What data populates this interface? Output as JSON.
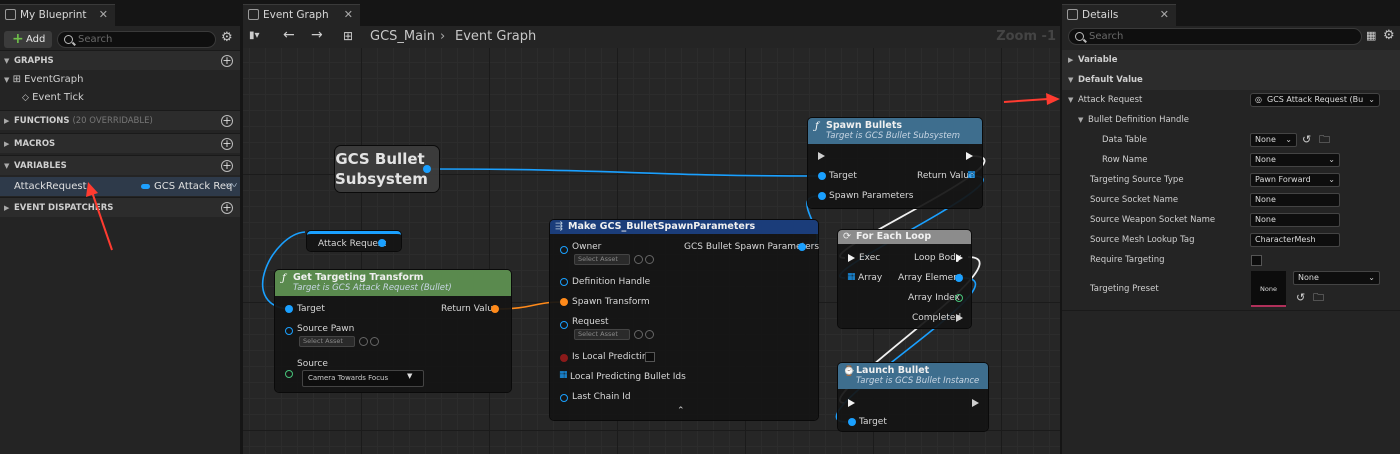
{
  "left_panel": {
    "tab_title": "My Blueprint",
    "add_label": "Add",
    "search_placeholder": "Search",
    "sections": {
      "graphs": "GRAPHS",
      "functions": "FUNCTIONS",
      "functions_hint": "(20 OVERRIDABLE)",
      "macros": "MACROS",
      "variables": "VARIABLES",
      "event_dispatchers": "EVENT DISPATCHERS"
    },
    "graph_items": [
      "EventGraph",
      "Event Tick"
    ],
    "variable": {
      "name": "AttackRequest",
      "type": "GCS Attack Req"
    }
  },
  "graph": {
    "tab_title": "Event Graph",
    "breadcrumb": [
      "GCS_Main",
      "Event Graph"
    ],
    "zoom": "Zoom -1",
    "nodes": {
      "subsystem_title": "GCS Bullet Subsystem",
      "attack_request_getter": "Attack Request",
      "get_targeting": {
        "title": "Get Targeting Transform",
        "subtitle": "Target is GCS Attack Request (Bullet)",
        "pin_target": "Target",
        "pin_return": "Return Value",
        "pin_source_pawn": "Source Pawn",
        "source_pawn_select": "Select Asset",
        "pin_source": "Source",
        "source_value": "Camera Towards Focus"
      },
      "make_params": {
        "title": "Make GCS_BulletSpawnParameters",
        "pin_out": "GCS Bullet Spawn Parameters",
        "pin_owner": "Owner",
        "owner_select": "Select Asset",
        "pin_definition": "Definition Handle",
        "pin_spawn_transform": "Spawn Transform",
        "pin_request": "Request",
        "request_select": "Select Asset",
        "pin_local_predicting": "Is Local Predicting",
        "pin_local_ids": "Local Predicting Bullet Ids",
        "pin_last_chain": "Last Chain Id"
      },
      "spawn_bullets": {
        "title": "Spawn Bullets",
        "subtitle": "Target is GCS Bullet Subsystem",
        "pin_target": "Target",
        "pin_return": "Return Value",
        "pin_params": "Spawn Parameters"
      },
      "for_each": {
        "title": "For Each Loop",
        "pin_exec": "Exec",
        "pin_loop_body": "Loop Body",
        "pin_array": "Array",
        "pin_array_element": "Array Element",
        "pin_array_index": "Array Index",
        "pin_completed": "Completed"
      },
      "launch_bullet": {
        "title": "Launch Bullet",
        "subtitle": "Target is GCS Bullet Instance",
        "pin_target": "Target"
      }
    }
  },
  "details": {
    "tab_title": "Details",
    "search_placeholder": "Search",
    "categories": [
      "Variable",
      "Default Value"
    ],
    "attack_request_label": "Attack Request",
    "attack_request_value": "GCS Attack Request (Bu",
    "bullet_def_label": "Bullet Definition Handle",
    "rows": [
      {
        "label": "Data Table",
        "value": "None"
      },
      {
        "label": "Row Name",
        "value": "None"
      },
      {
        "label": "Targeting Source Type",
        "value": "Pawn Forward"
      },
      {
        "label": "Source Socket Name",
        "value": "None"
      },
      {
        "label": "Source Weapon Socket Name",
        "value": "None"
      },
      {
        "label": "Source Mesh Lookup Tag",
        "value": "CharacterMesh"
      },
      {
        "label": "Require Targeting",
        "value": ""
      },
      {
        "label": "Targeting Preset",
        "value": "None"
      }
    ],
    "preset_thumb": "None"
  },
  "colors": {
    "accent_blue": "#1aa0ff",
    "function_header_blue": "#3e6e8e",
    "pure_header_green": "#5a8a4e",
    "struct_header_blue": "#1b3d7a",
    "arrow_red": "#ff3b30"
  }
}
